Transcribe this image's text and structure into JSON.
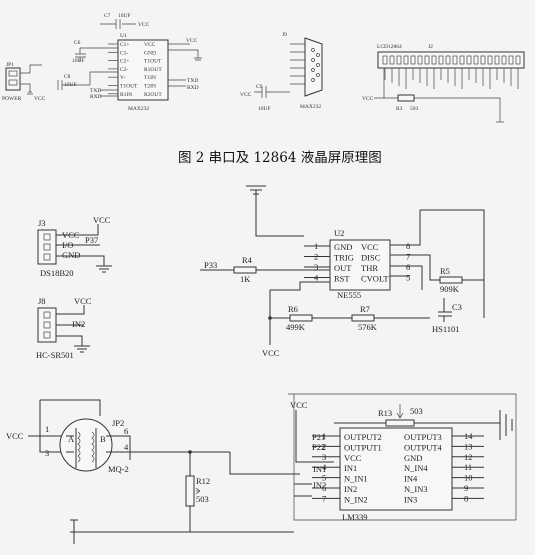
{
  "caption": "图 2  串口及 12864 液晶屏原理图",
  "top": {
    "power": {
      "ref": "JP1",
      "name": "POWER",
      "net": "VCC"
    },
    "c7": {
      "ref": "C7",
      "value": "10UF",
      "net": "VCC"
    },
    "c6": {
      "ref": "C6",
      "value": "10UF"
    },
    "c8": {
      "ref": "C8",
      "value": "10UF"
    },
    "u1": {
      "ref": "U1",
      "part": "MAX232",
      "left_pins": [
        "C1+",
        "C1-",
        "C2+",
        "C2-",
        "V-",
        "T1OUT",
        "R1IN"
      ],
      "right_pins": [
        "VCC",
        "GND",
        "T1OUT",
        "R1OUT",
        "T1IN",
        "T2IN",
        "R2OUT"
      ],
      "nets_left": [
        "TXD",
        "RXD"
      ],
      "nets_right": [
        "VCC",
        "TXD",
        "RXD"
      ]
    },
    "j9": {
      "ref": "J9",
      "part": "MAX232"
    },
    "c9": {
      "ref": "C9",
      "value": "10UF",
      "net": "VCC"
    },
    "lcd": {
      "ref": "LCD12864",
      "conn": "J2",
      "net": "VCC",
      "r_ref": "R3",
      "r_value": "503"
    }
  },
  "j3": {
    "ref": "J3",
    "part": "DS18B20",
    "pins": [
      "VCC",
      "I/O",
      "GND"
    ],
    "net_vcc": "VCC",
    "net_io": "P37"
  },
  "j8": {
    "ref": "J8",
    "part": "HC-SR501",
    "net_vcc": "VCC",
    "net_out": "IN2"
  },
  "ne555": {
    "ref": "U2",
    "part": "NE555",
    "left_pins": [
      "GND",
      "TRIG",
      "OUT",
      "RST"
    ],
    "left_nums": [
      "1",
      "2",
      "3",
      "4"
    ],
    "right_pins": [
      "VCC",
      "DISC",
      "THR",
      "CVOLT"
    ],
    "right_nums": [
      "8",
      "7",
      "6",
      "5"
    ],
    "input_net": "P33",
    "r4": {
      "ref": "R4",
      "value": "1K"
    },
    "r5": {
      "ref": "R5",
      "value": "909K"
    },
    "r6": {
      "ref": "R6",
      "value": "499K"
    },
    "r7": {
      "ref": "R7",
      "value": "576K"
    },
    "c3": {
      "ref": "C3",
      "value": "HS1101"
    },
    "vcc": "VCC"
  },
  "gas": {
    "ref": "JP2",
    "part": "MQ-2",
    "net": "VCC",
    "pins": [
      "1",
      "3",
      "6",
      "4"
    ],
    "letters": [
      "A",
      "B"
    ],
    "r12": {
      "ref": "R12",
      "value": "503"
    }
  },
  "lm339": {
    "part": "LM339",
    "left_pins": [
      "OUTPUT2",
      "OUTPUT1",
      "VCC",
      "IN1",
      "N_IN1",
      "IN2",
      "N_IN2"
    ],
    "left_nums": [
      "1",
      "2",
      "3",
      "4",
      "5",
      "6",
      "7"
    ],
    "right_pins": [
      "OUTPUT3",
      "OUTPUT4",
      "GND",
      "N_IN4",
      "IN4",
      "N_IN3",
      "IN3"
    ],
    "right_nums": [
      "14",
      "13",
      "12",
      "11",
      "10",
      "9",
      "8"
    ],
    "nets": [
      "P21",
      "P22",
      "IN1",
      "IN2"
    ],
    "vcc": "VCC",
    "r13": {
      "ref": "R13",
      "value": "503"
    }
  }
}
